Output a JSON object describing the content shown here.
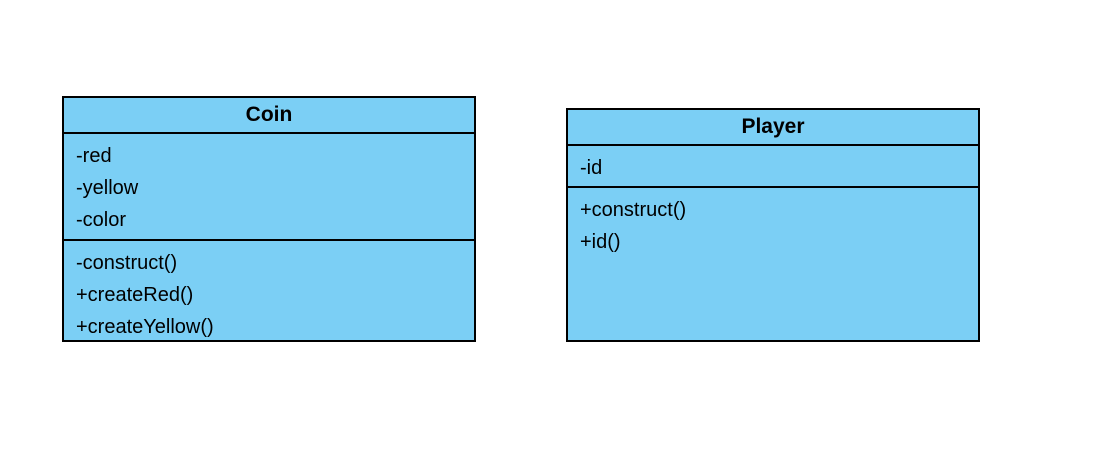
{
  "classes": [
    {
      "name": "Coin",
      "attributes": [
        "-red",
        "-yellow",
        "-color"
      ],
      "operations": [
        "-construct()",
        "+createRed()",
        "+createYellow()"
      ]
    },
    {
      "name": "Player",
      "attributes": [
        "-id"
      ],
      "operations": [
        "+construct()",
        "+id()"
      ]
    }
  ],
  "colors": {
    "class_fill": "#7bcff5",
    "border": "#000000",
    "background": "#ffffff"
  }
}
